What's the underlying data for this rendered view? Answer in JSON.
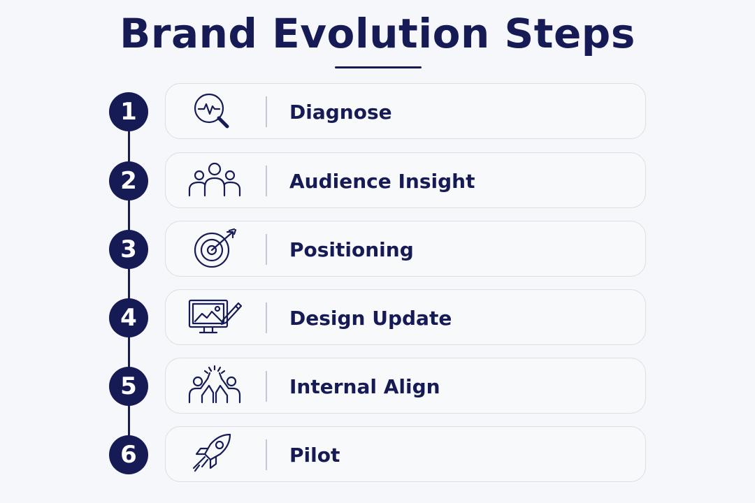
{
  "title": "Brand Evolution Steps",
  "steps": [
    {
      "number": "1",
      "label": "Diagnose",
      "icon": "magnifier-pulse-icon"
    },
    {
      "number": "2",
      "label": "Audience Insight",
      "icon": "audience-group-icon"
    },
    {
      "number": "3",
      "label": "Positioning",
      "icon": "target-arrow-icon"
    },
    {
      "number": "4",
      "label": "Design Update",
      "icon": "monitor-pen-icon"
    },
    {
      "number": "5",
      "label": "Internal Align",
      "icon": "high-five-icon"
    },
    {
      "number": "6",
      "label": "Pilot",
      "icon": "rocket-icon"
    }
  ],
  "colors": {
    "accent": "#161a55",
    "background": "#f6f7fa",
    "card_border": "#dcdee6"
  }
}
